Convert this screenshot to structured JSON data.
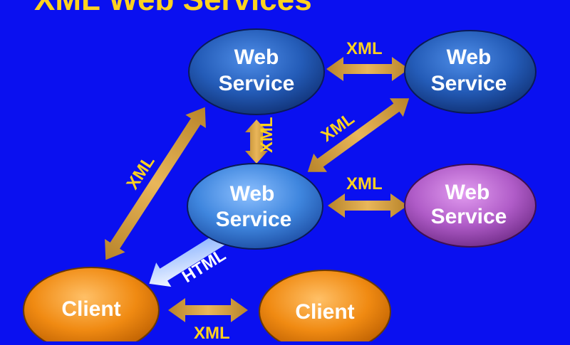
{
  "title": "XML Web Services",
  "nodes": {
    "ws_top_left": {
      "line1": "Web",
      "line2": "Service"
    },
    "ws_top_right": {
      "line1": "Web",
      "line2": "Service"
    },
    "ws_center": {
      "line1": "Web",
      "line2": "Service"
    },
    "ws_purple": {
      "line1": "Web",
      "line2": "Service"
    },
    "client_left": {
      "label": "Client"
    },
    "client_right": {
      "label": "Client"
    }
  },
  "connections": {
    "top_horizontal": "XML",
    "top_vertical": "XML",
    "diagonal_top_right": "XML",
    "center_to_purple": "XML",
    "left_diagonal": "XML",
    "center_to_client": "HTML",
    "clients": "XML"
  },
  "colors": {
    "background": "#0a10f0",
    "service_blue": "#1f5fc4",
    "service_purple": "#b25ac8",
    "client_orange": "#f28c12",
    "arrow_gold": "#d9a23a",
    "label_yellow": "#ffd21f"
  }
}
